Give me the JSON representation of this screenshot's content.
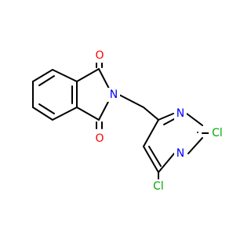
{
  "molecule": {
    "atoms": {
      "o_top": {
        "symbol": "O",
        "color": "#ff0000"
      },
      "o_bottom": {
        "symbol": "O",
        "color": "#ff0000"
      },
      "n_imide": {
        "symbol": "N",
        "color": "#0000ff"
      },
      "n_ring_a": {
        "symbol": "N",
        "color": "#0000ff"
      },
      "n_ring_b": {
        "symbol": "N",
        "color": "#0000ff"
      },
      "cl_right": {
        "symbol": "Cl",
        "color": "#00aa00"
      },
      "cl_bottom": {
        "symbol": "Cl",
        "color": "#00aa00"
      }
    },
    "bond_color": "#000000",
    "background": "#ffffff"
  }
}
